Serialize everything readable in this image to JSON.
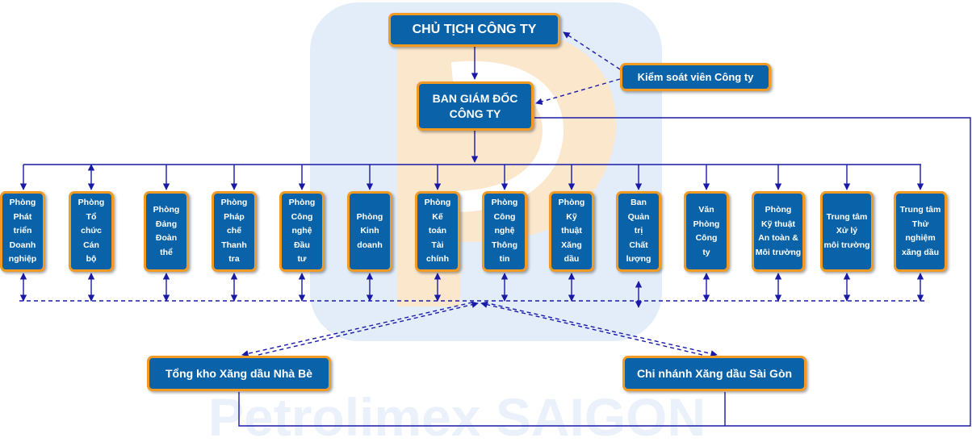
{
  "colors": {
    "box_fill": "#0a63a9",
    "box_border": "#f39a23",
    "connector": "#1a1aa8"
  },
  "watermark": {
    "text": "Petrolimex SAIGON"
  },
  "top_node": {
    "label": "CHỦ TỊCH CÔNG TY"
  },
  "supervisor_node": {
    "label": "Kiểm soát viên Công ty"
  },
  "director_node": {
    "line1": "BAN GIÁM ĐỐC",
    "line2": "CÔNG TY"
  },
  "departments": [
    {
      "label": "Phòng\nPhát\ntriển\nDoanh\nnghiệp"
    },
    {
      "label": "Phòng\nTổ\nchức\nCán\nbộ"
    },
    {
      "label": "Phòng\nĐảng\nĐoàn\nthể"
    },
    {
      "label": "Phòng\nPháp\nchế\nThanh\ntra"
    },
    {
      "label": "Phòng\nCông\nnghệ\nĐầu\ntư"
    },
    {
      "label": "Phòng\nKinh\ndoanh"
    },
    {
      "label": "Phòng\nKế\ntoán\nTài\nchính"
    },
    {
      "label": "Phòng\nCông\nnghệ\nThông\ntin"
    },
    {
      "label": "Phòng\nKỹ\nthuật\nXăng\ndầu"
    },
    {
      "label": "Ban\nQuản\ntrị\nChất\nlượng"
    },
    {
      "label": "Văn\nPhòng\nCông\nty"
    },
    {
      "label": "Phòng\nKỹ thuật\nAn toàn &\nMôi trường"
    },
    {
      "label": "Trung tâm\nXử lý\nmôi trường"
    },
    {
      "label": "Trung tâm\nThử nghiệm\nxăng dầu"
    }
  ],
  "branches": [
    {
      "label": "Tổng kho Xăng dầu Nhà Bè"
    },
    {
      "label": "Chi nhánh Xăng dầu Sài Gòn"
    }
  ]
}
